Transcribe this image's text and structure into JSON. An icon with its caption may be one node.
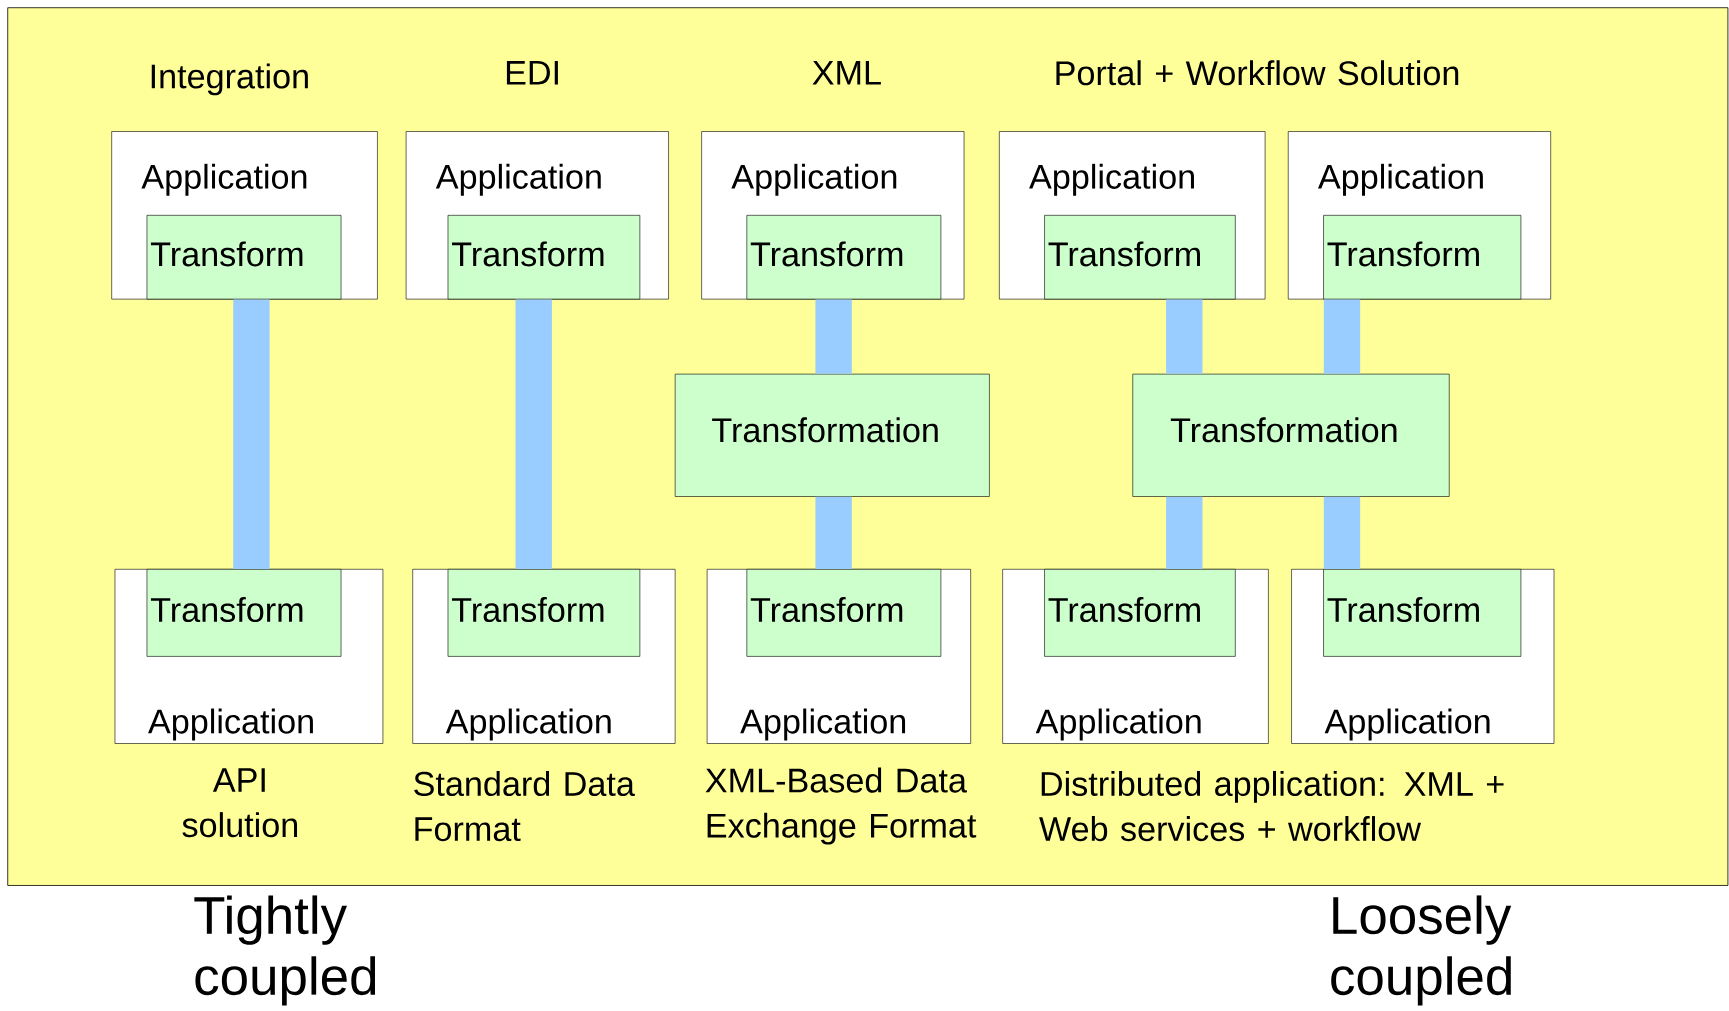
{
  "diagram": {
    "nodes": [
      {
        "text": [
          "Application"
        ]
      },
      {
        "text": [
          "Transform"
        ],
        "in": 0
      },
      {
        "text": [
          "Application"
        ]
      },
      {
        "text": [
          "Transform"
        ],
        "in": 2
      },
      {
        "text": [
          "Application"
        ]
      },
      {
        "text": [
          "Transform"
        ],
        "in": 4
      },
      {
        "text": [
          "Application"
        ]
      },
      {
        "text": [
          "Transform"
        ],
        "in": 6
      },
      {
        "text": [
          "Application"
        ]
      },
      {
        "text": [
          "Transform"
        ],
        "in": 8
      },
      {
        "text": [
          "Transformation"
        ]
      },
      {
        "text": [
          "Transformation"
        ]
      },
      {
        "text": [
          "Application"
        ]
      },
      {
        "text": [
          "Transform"
        ],
        "in": 12
      },
      {
        "text": [
          "Application"
        ]
      },
      {
        "text": [
          "Transform"
        ],
        "in": 14
      },
      {
        "text": [
          "Application"
        ]
      },
      {
        "text": [
          "Transform"
        ],
        "in": 16
      },
      {
        "text": [
          "Application"
        ]
      },
      {
        "text": [
          "Transform"
        ],
        "in": 18
      },
      {
        "text": [
          "Application"
        ]
      },
      {
        "text": [
          "Transform"
        ],
        "in": 20
      }
    ],
    "edges": [
      {
        "from": 1,
        "to": 13,
        "arrow": "none"
      },
      {
        "from": 3,
        "to": 15,
        "arrow": "none"
      },
      {
        "from": 5,
        "to": 10,
        "arrow": "none"
      },
      {
        "from": 10,
        "to": 17,
        "arrow": "none"
      },
      {
        "from": 7,
        "to": 11,
        "arrow": "none"
      },
      {
        "from": 9,
        "to": 11,
        "arrow": "none"
      },
      {
        "from": 11,
        "to": 19,
        "arrow": "none"
      },
      {
        "from": 11,
        "to": 21,
        "arrow": "none"
      }
    ],
    "labels": [
      "Integration",
      "EDI",
      "XML",
      "Portal + Workflow Solution",
      "API solution",
      "Standard Data Format",
      "XML-Based Data Exchange Format",
      "Distributed application: XML + Web services + workflow",
      "Tightly coupled",
      "Loosely coupled"
    ]
  }
}
